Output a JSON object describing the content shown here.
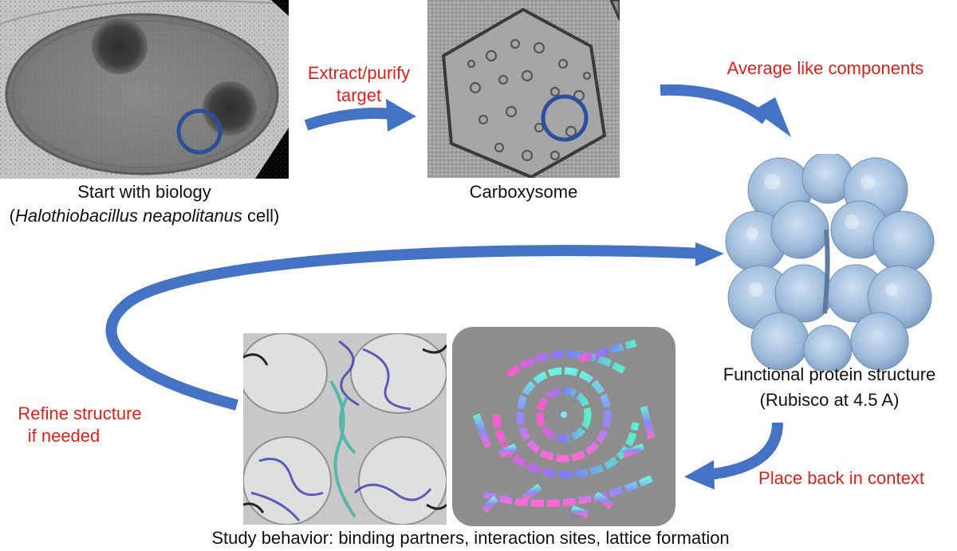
{
  "captions": {
    "cell_line1": "Start with biology",
    "cell_line2_prefix": "(",
    "cell_line2_species": "Halothiobacillus neapolitanus",
    "cell_line2_suffix": " cell)",
    "carboxysome": "Carboxysome",
    "protein_line1": "Functional protein structure",
    "protein_line2": "(Rubisco at 4.5 A)",
    "study": "Study behavior: binding partners, interaction sites, lattice formation"
  },
  "steps": {
    "extract_line1": "Extract/purify",
    "extract_line2": "target",
    "average": "Average like components",
    "refine_line1": "Refine structure",
    "refine_line2": "if needed",
    "place": "Place back in context"
  },
  "colors": {
    "arrow": "#4472c4",
    "step_text": "#e0201c",
    "circle": "#2b4f9c"
  }
}
